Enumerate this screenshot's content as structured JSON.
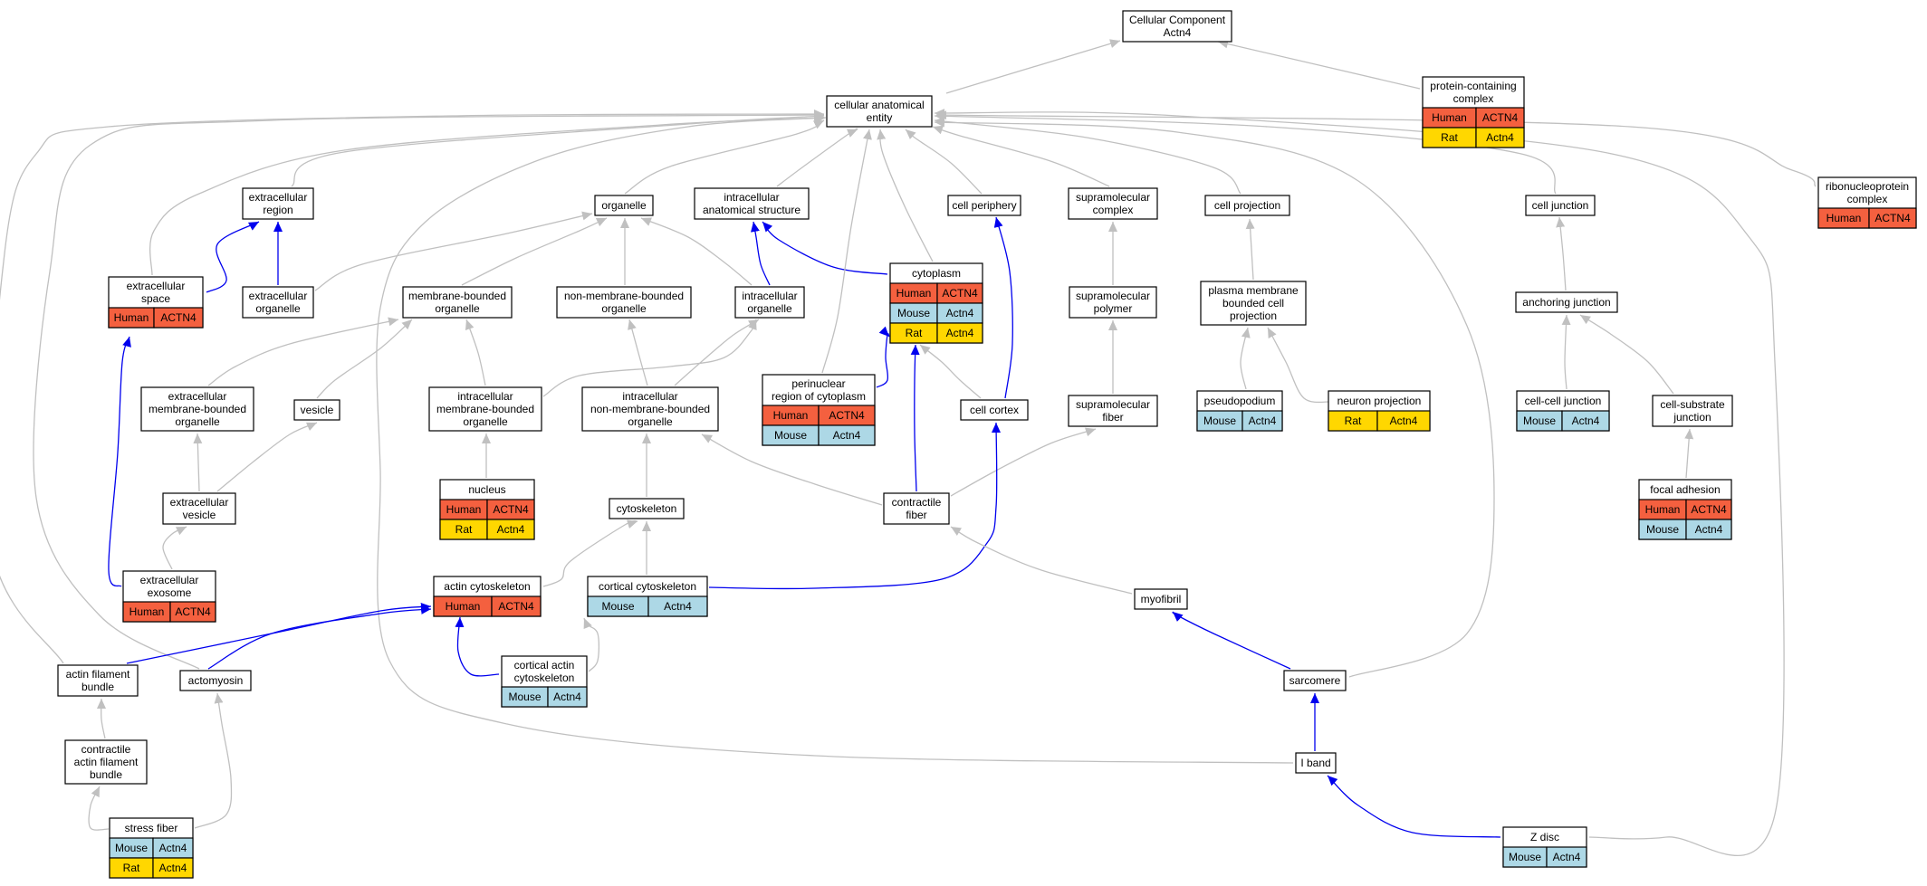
{
  "colors": {
    "human": "#f4603f",
    "mouse": "#add8e6",
    "rat": "#ffd700",
    "is_a_edge": "#c0c0c0",
    "part_of_edge": "#0000ee"
  },
  "nodes": {
    "root": {
      "lines": [
        "Cellular Component",
        "Actn4"
      ],
      "rows": []
    },
    "cae": {
      "lines": [
        "cellular anatomical",
        "entity"
      ],
      "rows": []
    },
    "pcc": {
      "lines": [
        "protein-containing",
        "complex"
      ],
      "rows": [
        [
          "Human",
          "ACTN4"
        ],
        [
          "Rat",
          "Actn4"
        ]
      ]
    },
    "rnp": {
      "lines": [
        "ribonucleoprotein",
        "complex"
      ],
      "rows": [
        [
          "Human",
          "ACTN4"
        ]
      ]
    },
    "exreg": {
      "lines": [
        "extracellular",
        "region"
      ],
      "rows": []
    },
    "organelle": {
      "lines": [
        "organelle"
      ],
      "rows": []
    },
    "ias": {
      "lines": [
        "intracellular",
        "anatomical structure"
      ],
      "rows": []
    },
    "cellper": {
      "lines": [
        "cell periphery"
      ],
      "rows": []
    },
    "supcx": {
      "lines": [
        "supramolecular",
        "complex"
      ],
      "rows": []
    },
    "cellproj": {
      "lines": [
        "cell projection"
      ],
      "rows": []
    },
    "celljunc": {
      "lines": [
        "cell junction"
      ],
      "rows": []
    },
    "exspace": {
      "lines": [
        "extracellular",
        "space"
      ],
      "rows": [
        [
          "Human",
          "ACTN4"
        ]
      ]
    },
    "exorg": {
      "lines": [
        "extracellular",
        "organelle"
      ],
      "rows": []
    },
    "mbo": {
      "lines": [
        "membrane-bounded",
        "organelle"
      ],
      "rows": []
    },
    "nmbo": {
      "lines": [
        "non-membrane-bounded",
        "organelle"
      ],
      "rows": []
    },
    "intorg": {
      "lines": [
        "intracellular",
        "organelle"
      ],
      "rows": []
    },
    "cytoplasm": {
      "lines": [
        "cytoplasm"
      ],
      "rows": [
        [
          "Human",
          "ACTN4"
        ],
        [
          "Mouse",
          "Actn4"
        ],
        [
          "Rat",
          "Actn4"
        ]
      ]
    },
    "suppoly": {
      "lines": [
        "supramolecular",
        "polymer"
      ],
      "rows": []
    },
    "pmbcp": {
      "lines": [
        "plasma membrane",
        "bounded cell",
        "projection"
      ],
      "rows": []
    },
    "anchjunc": {
      "lines": [
        "anchoring junction"
      ],
      "rows": []
    },
    "perinuc": {
      "lines": [
        "perinuclear",
        "region of cytoplasm"
      ],
      "rows": [
        [
          "Human",
          "ACTN4"
        ],
        [
          "Mouse",
          "Actn4"
        ]
      ]
    },
    "exmbo": {
      "lines": [
        "extracellular",
        "membrane-bounded",
        "organelle"
      ],
      "rows": []
    },
    "vesicle": {
      "lines": [
        "vesicle"
      ],
      "rows": []
    },
    "imbo": {
      "lines": [
        "intracellular",
        "membrane-bounded",
        "organelle"
      ],
      "rows": []
    },
    "inmbo": {
      "lines": [
        "intracellular",
        "non-membrane-bounded",
        "organelle"
      ],
      "rows": []
    },
    "cellcortex": {
      "lines": [
        "cell cortex"
      ],
      "rows": []
    },
    "supfiber": {
      "lines": [
        "supramolecular",
        "fiber"
      ],
      "rows": []
    },
    "pseudo": {
      "lines": [
        "pseudopodium"
      ],
      "rows": [
        [
          "Mouse",
          "Actn4"
        ]
      ]
    },
    "neuronproj": {
      "lines": [
        "neuron projection"
      ],
      "rows": [
        [
          "Rat",
          "Actn4"
        ]
      ]
    },
    "ccjunc": {
      "lines": [
        "cell-cell junction"
      ],
      "rows": [
        [
          "Mouse",
          "Actn4"
        ]
      ]
    },
    "csjunc": {
      "lines": [
        "cell-substrate",
        "junction"
      ],
      "rows": []
    },
    "nucleus": {
      "lines": [
        "nucleus"
      ],
      "rows": [
        [
          "Human",
          "ACTN4"
        ],
        [
          "Rat",
          "Actn4"
        ]
      ]
    },
    "exves": {
      "lines": [
        "extracellular",
        "vesicle"
      ],
      "rows": []
    },
    "cytoskel": {
      "lines": [
        "cytoskeleton"
      ],
      "rows": []
    },
    "contfiber": {
      "lines": [
        "contractile",
        "fiber"
      ],
      "rows": []
    },
    "focadh": {
      "lines": [
        "focal adhesion"
      ],
      "rows": [
        [
          "Human",
          "ACTN4"
        ],
        [
          "Mouse",
          "Actn4"
        ]
      ]
    },
    "exosome": {
      "lines": [
        "extracellular",
        "exosome"
      ],
      "rows": [
        [
          "Human",
          "ACTN4"
        ]
      ]
    },
    "actincyto": {
      "lines": [
        "actin cytoskeleton"
      ],
      "rows": [
        [
          "Human",
          "ACTN4"
        ]
      ]
    },
    "cortcyto": {
      "lines": [
        "cortical cytoskeleton"
      ],
      "rows": [
        [
          "Mouse",
          "Actn4"
        ]
      ]
    },
    "myofibril": {
      "lines": [
        "myofibril"
      ],
      "rows": []
    },
    "afb": {
      "lines": [
        "actin filament",
        "bundle"
      ],
      "rows": []
    },
    "actomyosin": {
      "lines": [
        "actomyosin"
      ],
      "rows": []
    },
    "cortactin": {
      "lines": [
        "cortical actin",
        "cytoskeleton"
      ],
      "rows": [
        [
          "Mouse",
          "Actn4"
        ]
      ]
    },
    "sarcomere": {
      "lines": [
        "sarcomere"
      ],
      "rows": []
    },
    "cafb": {
      "lines": [
        "contractile",
        "actin filament",
        "bundle"
      ],
      "rows": []
    },
    "iband": {
      "lines": [
        "I band"
      ],
      "rows": []
    },
    "stressfiber": {
      "lines": [
        "stress fiber"
      ],
      "rows": [
        [
          "Mouse",
          "Actn4"
        ],
        [
          "Rat",
          "Actn4"
        ]
      ]
    },
    "zdisc": {
      "lines": [
        "Z disc"
      ],
      "rows": [
        [
          "Mouse",
          "Actn4"
        ]
      ]
    }
  }
}
